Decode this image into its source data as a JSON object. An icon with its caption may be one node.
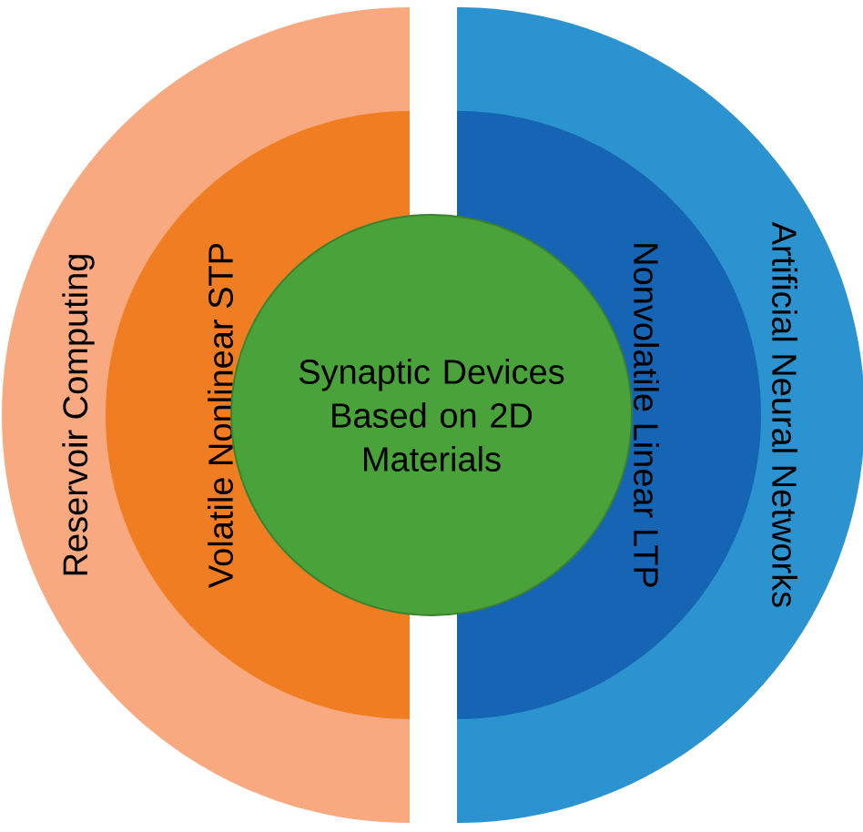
{
  "diagram": {
    "nodes": [
      {
        "text": [
          "Reservoir Computing"
        ]
      },
      {
        "text": [
          "Volatile Nonlinear STP"
        ],
        "in": 0
      },
      {
        "text": [
          "Artificial Neural Networks"
        ]
      },
      {
        "text": [
          "Nonvolatile Linear LTP"
        ],
        "in": 2
      },
      {
        "text": [
          "Synaptic Devices Based on 2D Materials"
        ]
      }
    ]
  }
}
